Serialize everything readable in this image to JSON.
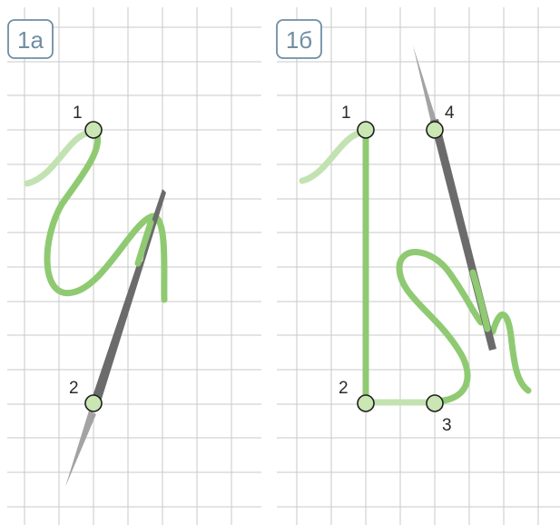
{
  "panels": [
    {
      "label": "1а",
      "points": [
        "1",
        "2"
      ]
    },
    {
      "label": "1б",
      "points": [
        "1",
        "2",
        "3",
        "4"
      ]
    }
  ],
  "colors": {
    "thread": "#8fca72",
    "thread_light": "#c3e2b1",
    "needle": "#6b6b6b",
    "grid": "#c9c9c9",
    "label_box": "#6f8ea3"
  }
}
